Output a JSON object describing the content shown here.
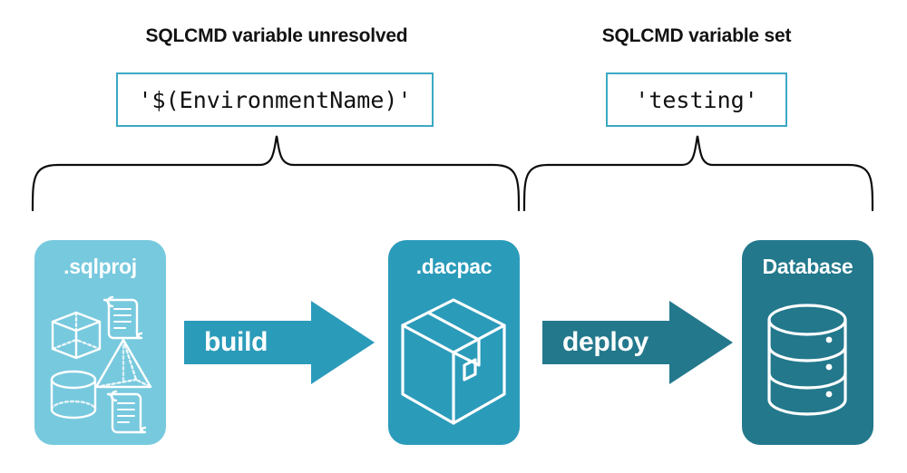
{
  "diagram": {
    "background_color": "#ffffff",
    "sections": [
      {
        "heading": "SQLCMD variable unresolved",
        "code_value": "'$(EnvironmentName)'"
      },
      {
        "heading": "SQLCMD variable set",
        "code_value": "'testing'"
      }
    ],
    "code_box_border_color": "#3ba9c4",
    "brace_color": "#0d0d0d",
    "nodes": [
      {
        "label": ".sqlproj",
        "color": "#77c9de",
        "icons": [
          "cube-icon",
          "scroll-icon",
          "pyramid-icon",
          "cylinder-icon",
          "scroll-icon"
        ]
      },
      {
        "label": ".dacpac",
        "color": "#2b9bba",
        "icons": [
          "package-box-icon"
        ]
      },
      {
        "label": "Database",
        "color": "#23788c",
        "icons": [
          "database-cylinder-icon"
        ]
      }
    ],
    "arrows": [
      {
        "label": "build",
        "color": "#2b9bba"
      },
      {
        "label": "deploy",
        "color": "#23788c"
      }
    ]
  }
}
